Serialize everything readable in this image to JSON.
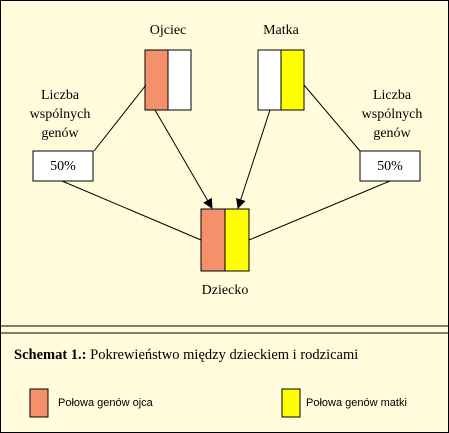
{
  "diagram": {
    "father_label": "Ojciec",
    "mother_label": "Matka",
    "child_label": "Dziecko",
    "shared_genes_left": "Liczba wspólnych genów",
    "shared_genes_right": "Liczba wspólnych genów",
    "percent_left": "50%",
    "percent_right": "50%"
  },
  "caption": {
    "bold": "Schemat 1.:",
    "text": " Pokrewieństwo między dzieckiem i rodzicami"
  },
  "legend": {
    "father_half": "Połowa genów ojca",
    "mother_half": "Połowa genów matki"
  },
  "colors": {
    "background": "#fffbdb",
    "father": "#f4916a",
    "mother": "#ffff00"
  }
}
